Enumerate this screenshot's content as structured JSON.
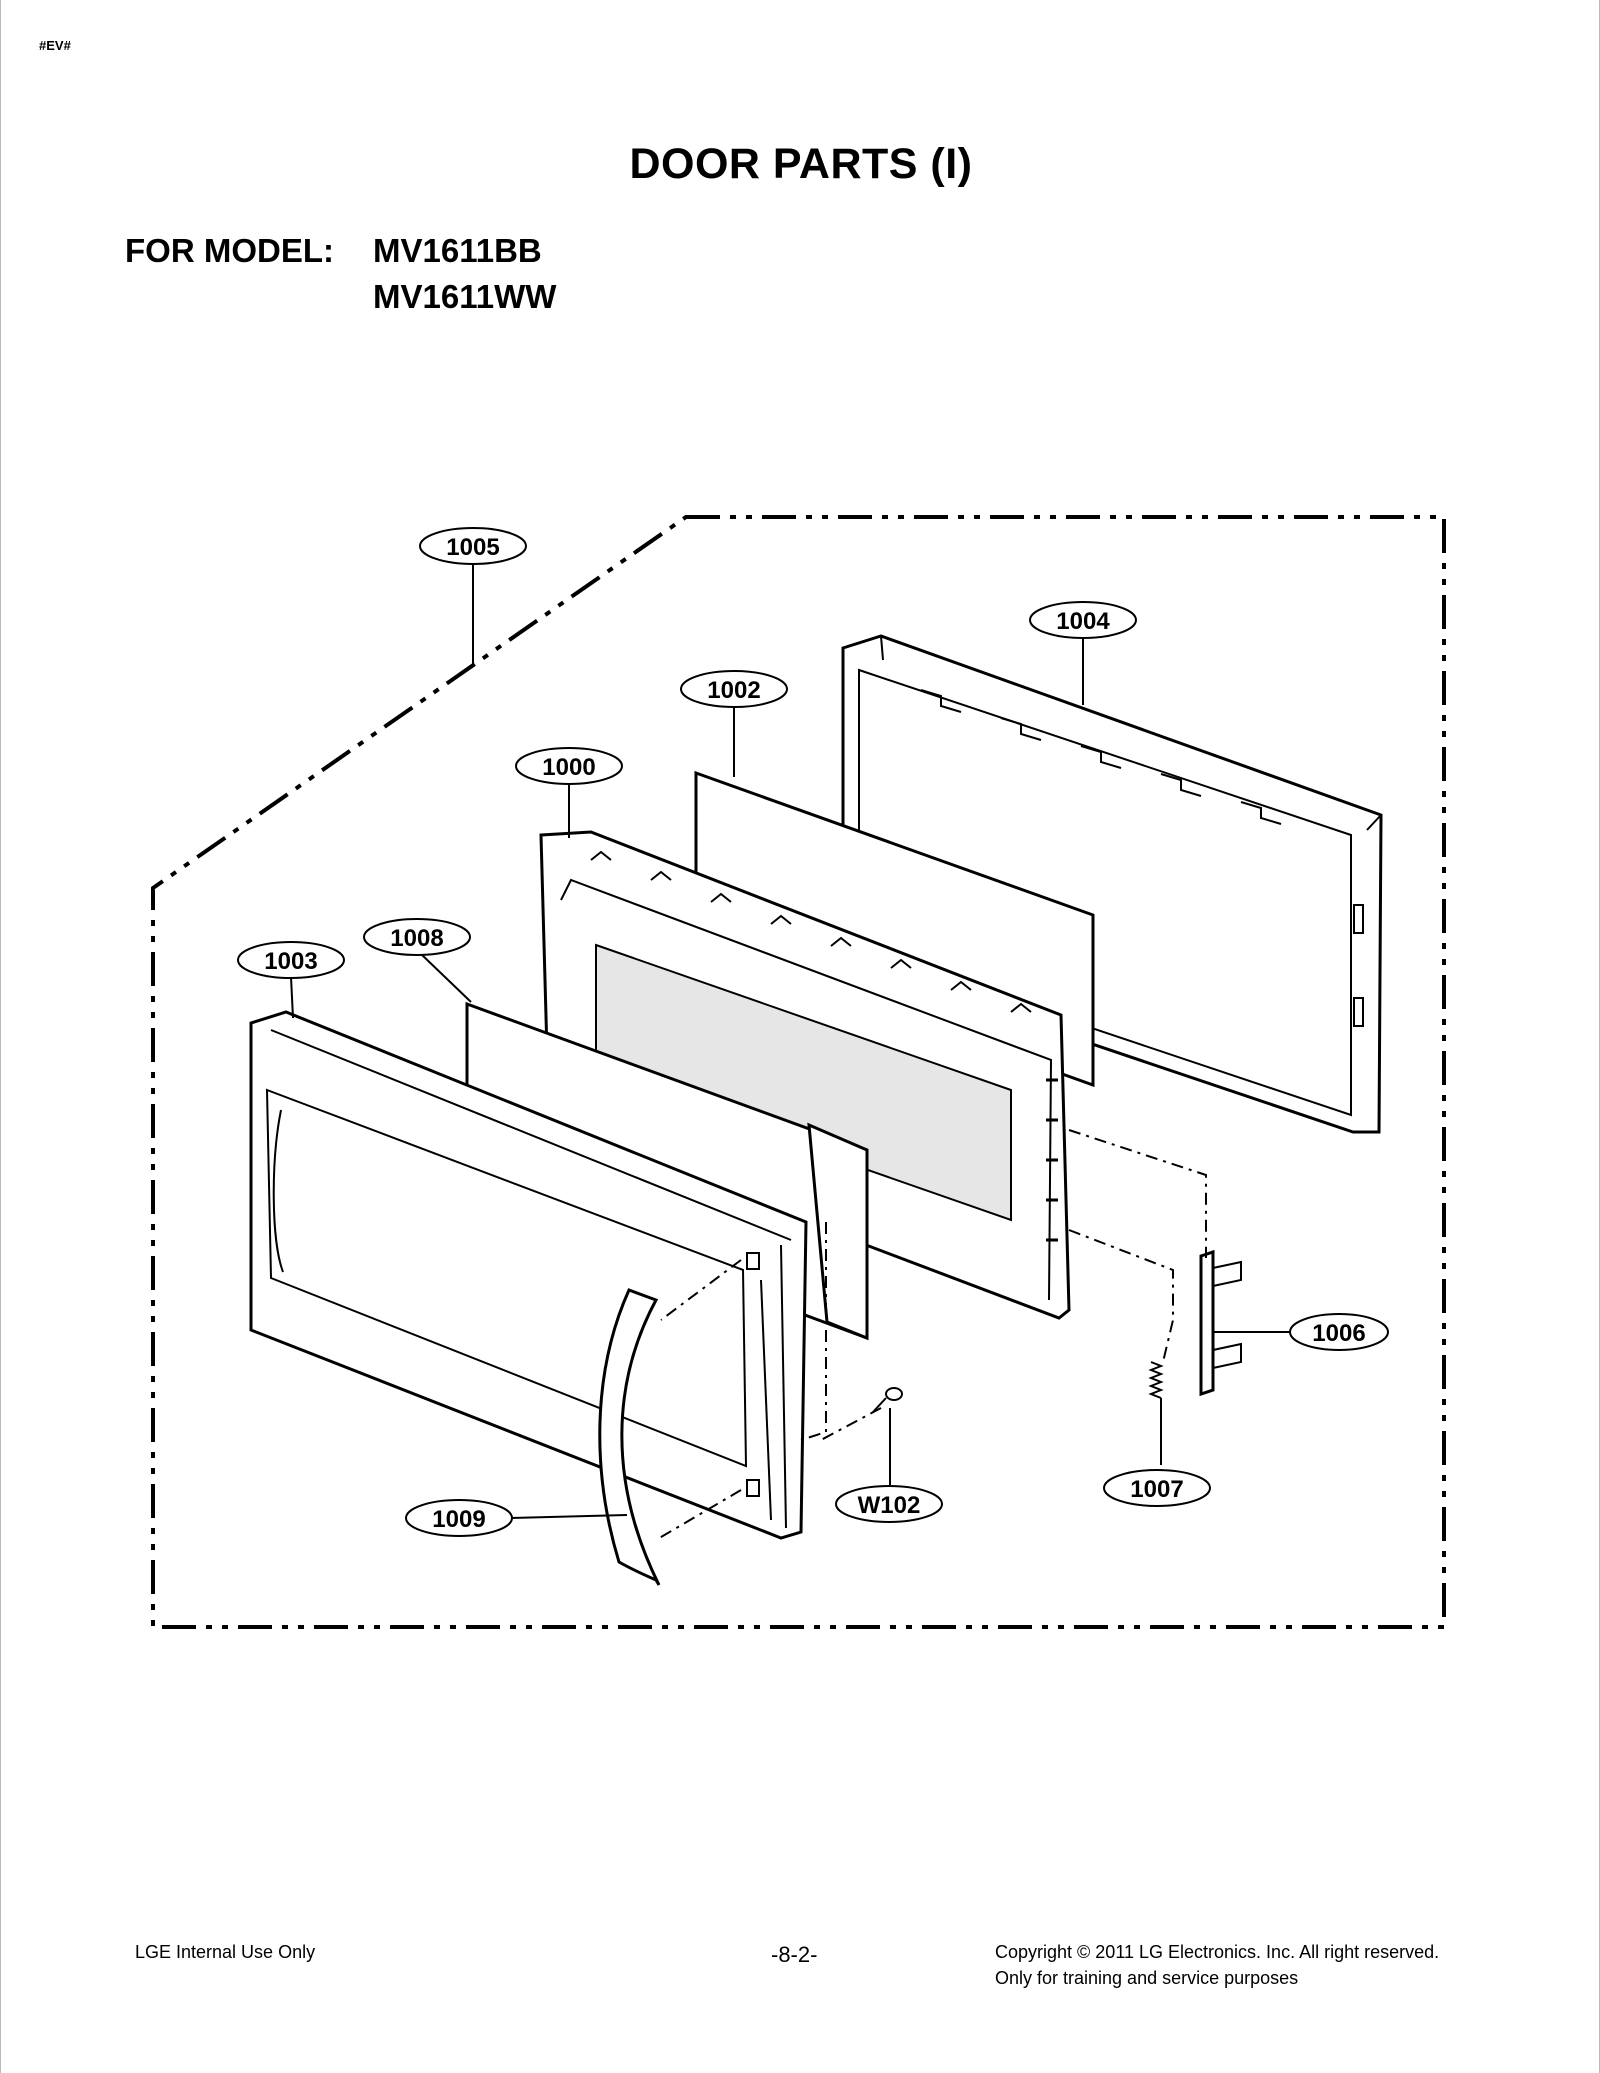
{
  "header": {
    "tag": "#EV#",
    "title": "DOOR PARTS (I)",
    "model_label": "FOR MODEL:",
    "models": [
      "MV1611BB",
      "MV1611WW"
    ]
  },
  "callouts": {
    "c1005": "1005",
    "c1004": "1004",
    "c1002": "1002",
    "c1000": "1000",
    "c1008": "1008",
    "c1003": "1003",
    "c1006": "1006",
    "c1007": "1007",
    "c1009": "1009",
    "cW102": "W102"
  },
  "footer": {
    "left": "LGE Internal Use Only",
    "page": "-8-2-",
    "copyright": "Copyright © 2011 LG Electronics. Inc. All right reserved.",
    "note": "Only for training and service purposes"
  }
}
